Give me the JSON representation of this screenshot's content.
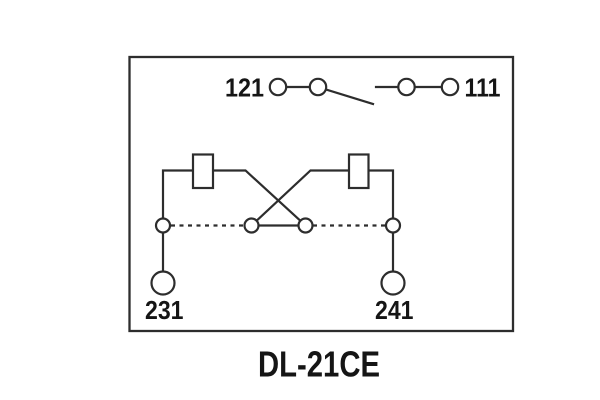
{
  "figure": {
    "caption": "DL-21CE",
    "colors": {
      "line": "#2d2d2d",
      "text": "#151515",
      "background": "#ffffff"
    },
    "schematic": {
      "top_contacts": {
        "left_label": "121",
        "right_label": "111"
      },
      "bottom_terminals": {
        "left_label": "231",
        "right_label": "241"
      }
    }
  }
}
